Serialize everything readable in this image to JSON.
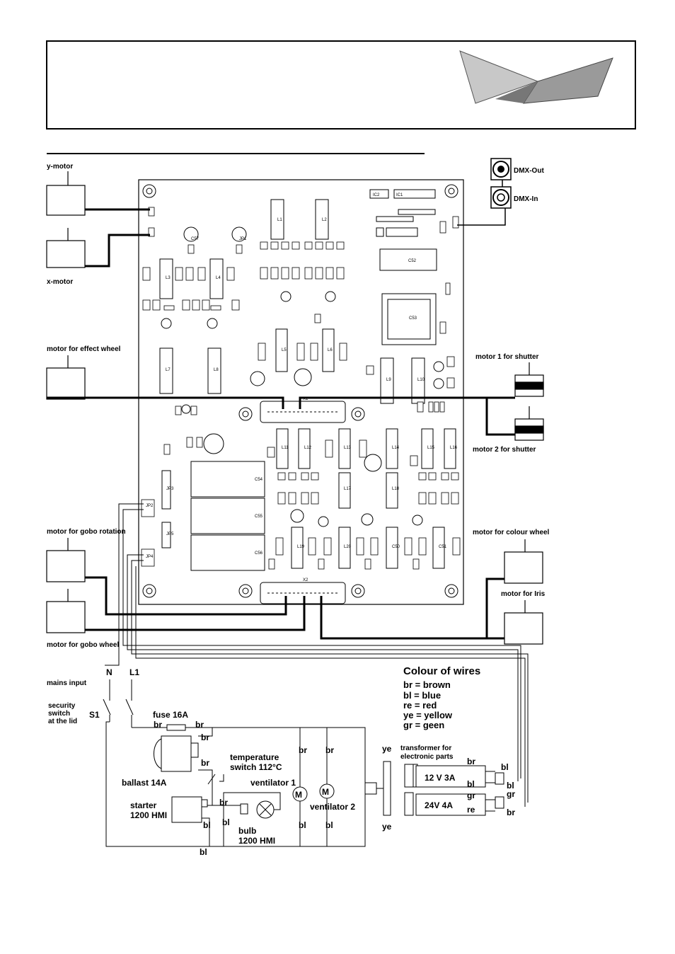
{
  "motors": {
    "y_motor": "y-motor",
    "x_motor": "x-motor",
    "effect_wheel": "motor for effect wheel",
    "shutter_1": "motor 1 for shutter",
    "shutter_2": "motor 2 for shutter",
    "gobo_rotation": "motor for gobo rotation",
    "colour_wheel": "motor for colour wheel",
    "iris": "motor for Iris",
    "gobo_wheel": "motor for gobo wheel"
  },
  "dmx": {
    "out": "DMX-Out",
    "in": "DMX-In"
  },
  "power": {
    "mains_input": "mains input",
    "N": "N",
    "L1": "L1",
    "S1": "S1",
    "security_switch": [
      "security",
      "switch",
      "at the lid"
    ],
    "fuse": "fuse 16A",
    "ballast": "ballast 14A",
    "temperature_switch": [
      "temperature",
      "switch 112°C"
    ],
    "ventilator_1": "ventilator 1",
    "ventilator_2": "ventilator 2",
    "starter": [
      "starter",
      "1200 HMI"
    ],
    "bulb": [
      "bulb",
      "1200 HMI"
    ],
    "transformer": [
      "transformer for",
      "electronic parts"
    ],
    "v12": "12 V 3A",
    "v24": "24V 4A",
    "motor_symbol": "M"
  },
  "wire_codes": {
    "br": "br",
    "bl": "bl",
    "re": "re",
    "ye": "ye",
    "gr": "gr"
  },
  "legend": {
    "title": "Colour of wires",
    "entries": [
      "br = brown",
      "bl = blue",
      "re = red",
      "ye = yellow",
      "gr = geen"
    ]
  },
  "pcb_components": [
    "IC1",
    "IC2",
    "L1",
    "L2",
    "L3",
    "L4",
    "L5",
    "L6",
    "L7",
    "L8",
    "L9",
    "L10",
    "L11",
    "L12",
    "L13",
    "L14",
    "L15",
    "L16",
    "L17",
    "L18",
    "L19",
    "L20",
    "C50",
    "C51",
    "C52",
    "C53",
    "C54",
    "C55",
    "C56",
    "C57",
    "JP1",
    "JP2",
    "JP3",
    "JP4",
    "JP5",
    "X1",
    "X2"
  ]
}
